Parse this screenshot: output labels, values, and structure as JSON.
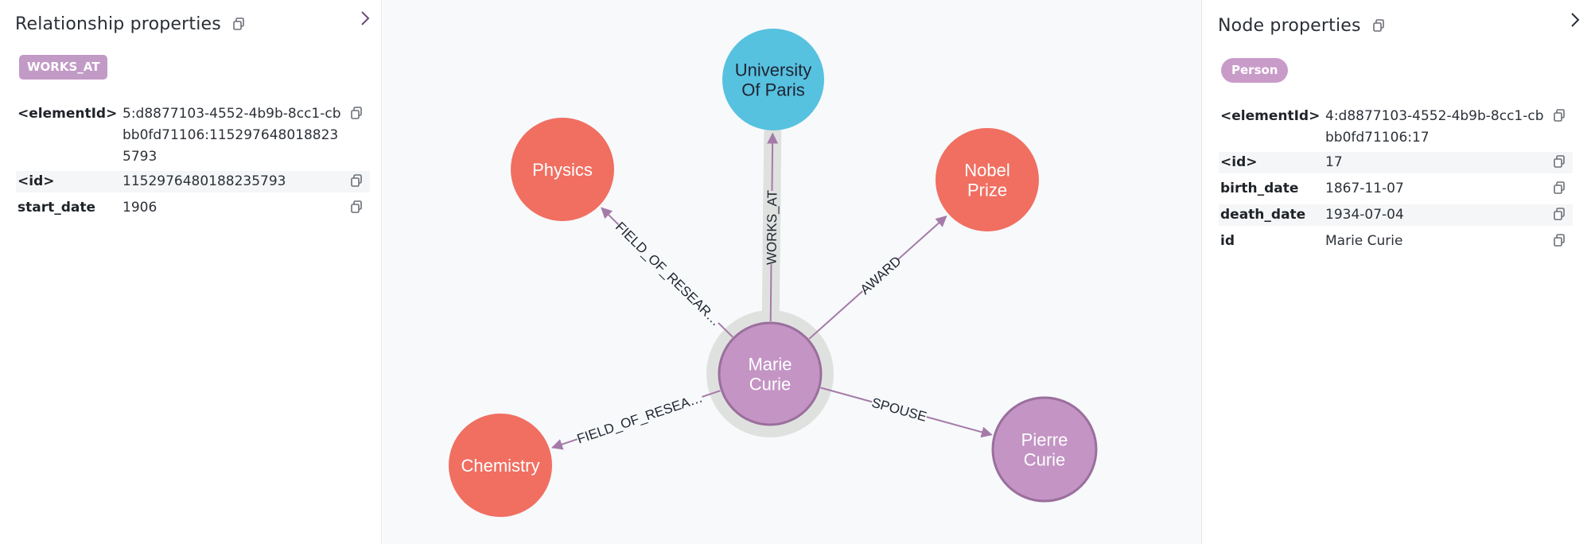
{
  "relationship_panel": {
    "title": "Relationship properties",
    "type_badge": "WORKS_AT",
    "properties": [
      {
        "key": "<elementId>",
        "value": "5:d8877103-4552-4b9b-8cc1-cbbb0fd71106:1152976480188235793"
      },
      {
        "key": "<id>",
        "value": "1152976480188235793"
      },
      {
        "key": "start_date",
        "value": "1906"
      }
    ]
  },
  "node_panel": {
    "title": "Node properties",
    "label_badge": "Person",
    "properties": [
      {
        "key": "<elementId>",
        "value": "4:d8877103-4552-4b9b-8cc1-cbbb0fd71106:17"
      },
      {
        "key": "<id>",
        "value": "17"
      },
      {
        "key": "birth_date",
        "value": "1867-11-07"
      },
      {
        "key": "death_date",
        "value": "1934-07-04"
      },
      {
        "key": "id",
        "value": "Marie Curie"
      }
    ]
  },
  "graph": {
    "nodes": [
      {
        "id": "marie",
        "lines": [
          "Marie",
          "Curie"
        ],
        "color": "#c394c4",
        "stroke": "#9a6f9c",
        "text_dark": false
      },
      {
        "id": "paris",
        "lines": [
          "University",
          "Of Paris"
        ],
        "color": "#57c1e0",
        "stroke": "#57c1e0",
        "text_dark": true
      },
      {
        "id": "physics",
        "lines": [
          "Physics"
        ],
        "color": "#f06f61",
        "stroke": "#f06f61",
        "text_dark": false
      },
      {
        "id": "nobel",
        "lines": [
          "Nobel",
          "Prize"
        ],
        "color": "#f06f61",
        "stroke": "#f06f61",
        "text_dark": false
      },
      {
        "id": "chemistry",
        "lines": [
          "Chemistry"
        ],
        "color": "#f06f61",
        "stroke": "#f06f61",
        "text_dark": false
      },
      {
        "id": "pierre",
        "lines": [
          "Pierre",
          "Curie"
        ],
        "color": "#c394c4",
        "stroke": "#9a6f9c",
        "text_dark": false
      }
    ],
    "relationships": [
      {
        "id": "works_at",
        "label": "WORKS_AT",
        "selected": true
      },
      {
        "id": "award",
        "label": "AWARD",
        "selected": false
      },
      {
        "id": "field_physics",
        "label": "FIELD_OF_RESEAR…",
        "selected": false
      },
      {
        "id": "field_chemistry",
        "label": "FIELD_OF_RESEA…",
        "selected": false
      },
      {
        "id": "spouse",
        "label": "SPOUSE",
        "selected": false
      }
    ],
    "selection_color": "#dfe1df",
    "edge_color": "#a57aa8"
  }
}
